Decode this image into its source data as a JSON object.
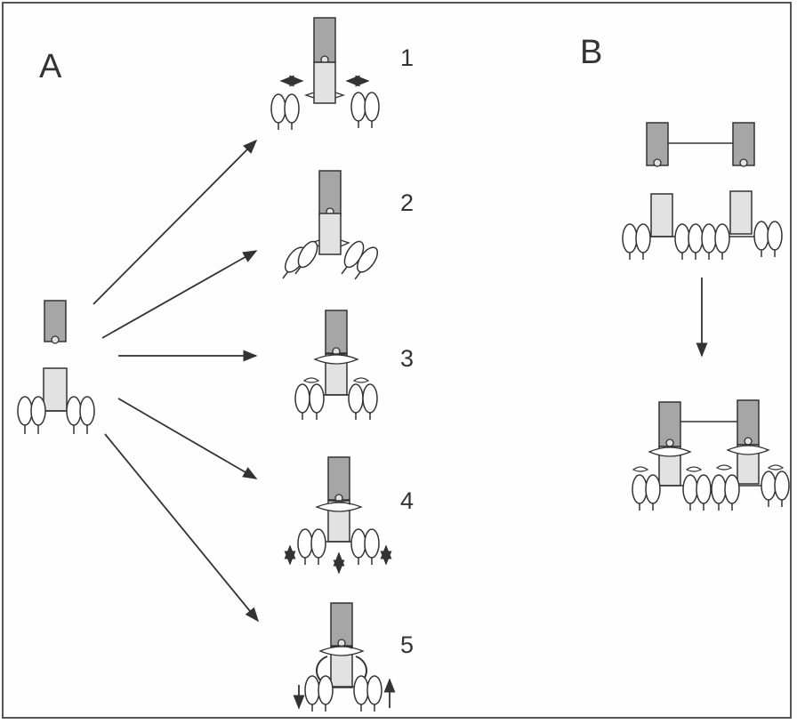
{
  "panels": {
    "a": "A",
    "b": "B"
  },
  "steps": [
    "1",
    "2",
    "3",
    "4",
    "5"
  ],
  "colors": {
    "dark_rect": "#a6a6a6",
    "light_rect": "#e2e2e2",
    "stroke": "#333333",
    "frame": "#555555"
  }
}
